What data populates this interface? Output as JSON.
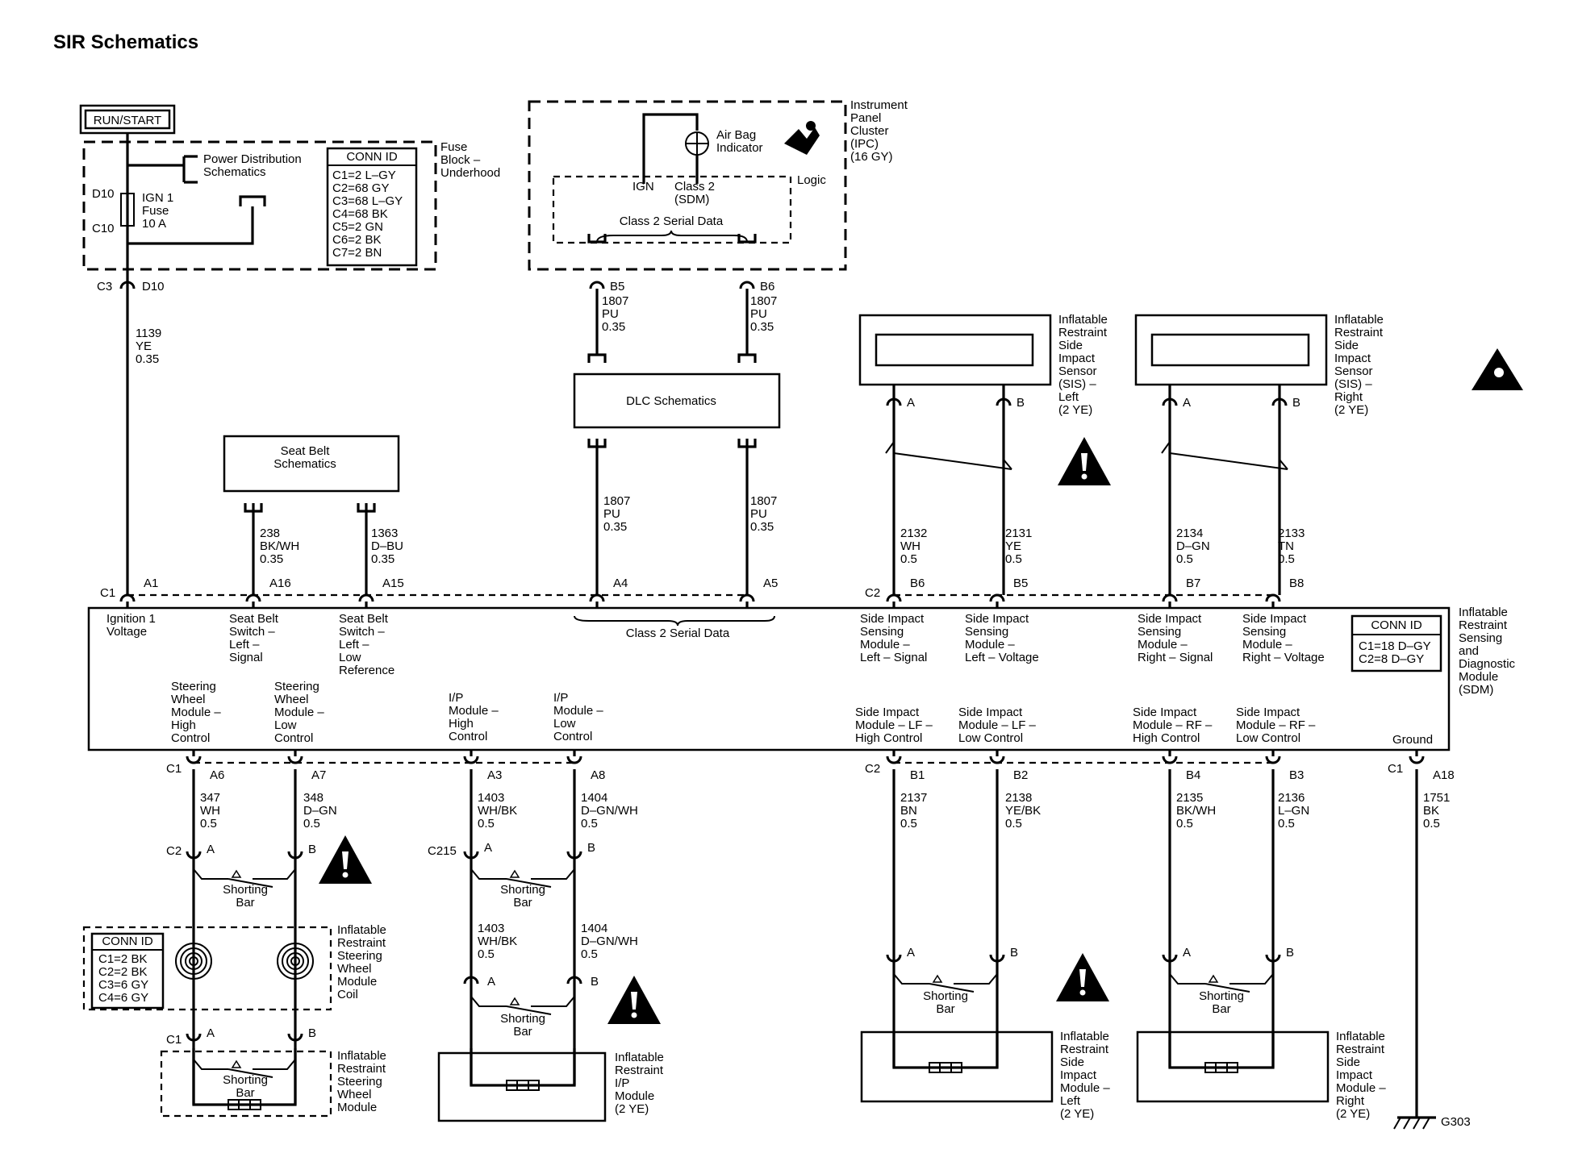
{
  "title": "SIR Schematics",
  "run_start": "RUN/START",
  "fuse_block": {
    "label": [
      "Fuse",
      "Block –",
      "Underhood"
    ],
    "power_distribution": [
      "Power Distribution",
      "Schematics"
    ],
    "fuse": [
      "IGN 1",
      "Fuse",
      "10 A"
    ],
    "pin_top": "D10",
    "pin_bottom": "C10",
    "conn_id_title": "CONN ID",
    "conn_ids": [
      "C1=2 L–GY",
      "C2=68 GY",
      "C3=68 L–GY",
      "C4=68 BK",
      "C5=2 GN",
      "C6=2 BK",
      "C7=2 BN"
    ],
    "out_conn": "C3",
    "out_pin": "D10"
  },
  "ipc": {
    "label": [
      "Instrument",
      "Panel",
      "Cluster",
      "(IPC)",
      "(16 GY)"
    ],
    "airbag": [
      "Air Bag",
      "Indicator"
    ],
    "logic": "Logic",
    "ign": "IGN",
    "class2": [
      "Class 2",
      "(SDM)"
    ],
    "serial": "Class 2 Serial Data",
    "pin_left": "B5",
    "pin_right": "B6"
  },
  "dlc": "DLC Schematics",
  "seat_belt": [
    "Seat Belt",
    "Schematics"
  ],
  "sis_left": {
    "label": [
      "Inflatable",
      "Restraint",
      "Side",
      "Impact",
      "Sensor",
      "(SIS) –",
      "Left",
      "(2 YE)"
    ],
    "pin_a": "A",
    "pin_b": "B"
  },
  "sis_right": {
    "label": [
      "Inflatable",
      "Restraint",
      "Side",
      "Impact",
      "Sensor",
      "(SIS) –",
      "Right",
      "(2 YE)"
    ],
    "pin_a": "A",
    "pin_b": "B"
  },
  "wires_top": [
    {
      "id": "w1139",
      "lines": [
        "1139",
        "YE",
        "0.35"
      ]
    },
    {
      "id": "w1807a",
      "lines": [
        "1807",
        "PU",
        "0.35"
      ]
    },
    {
      "id": "w1807b",
      "lines": [
        "1807",
        "PU",
        "0.35"
      ]
    },
    {
      "id": "w238",
      "lines": [
        "238",
        "BK/WH",
        "0.35"
      ]
    },
    {
      "id": "w1363",
      "lines": [
        "1363",
        "D–BU",
        "0.35"
      ]
    },
    {
      "id": "w1807c",
      "lines": [
        "1807",
        "PU",
        "0.35"
      ]
    },
    {
      "id": "w1807d",
      "lines": [
        "1807",
        "PU",
        "0.35"
      ]
    },
    {
      "id": "w2132",
      "lines": [
        "2132",
        "WH",
        "0.5"
      ]
    },
    {
      "id": "w2131",
      "lines": [
        "2131",
        "YE",
        "0.5"
      ]
    },
    {
      "id": "w2134",
      "lines": [
        "2134",
        "D–GN",
        "0.5"
      ]
    },
    {
      "id": "w2133",
      "lines": [
        "2133",
        "TN",
        "0.5"
      ]
    }
  ],
  "sdm": {
    "label": [
      "Inflatable",
      "Restraint",
      "Sensing",
      "and",
      "Diagnostic",
      "Module",
      "(SDM)"
    ],
    "conn_id_title": "CONN ID",
    "conn_ids": [
      "C1=18 D–GY",
      "C2=8 D–GY"
    ],
    "top_connectors": [
      "C1",
      "C2"
    ],
    "top_pins": [
      "A1",
      "A16",
      "A15",
      "A4",
      "A5",
      "B6",
      "B5",
      "B7",
      "B8"
    ],
    "bottom_connectors": [
      "C1",
      "C2",
      "C1"
    ],
    "bottom_pins": [
      "A6",
      "A7",
      "A3",
      "A8",
      "B1",
      "B2",
      "B4",
      "B3",
      "A18"
    ],
    "top_labels": [
      [
        "Ignition 1",
        "Voltage"
      ],
      [
        "Seat Belt",
        "Switch –",
        "Left –",
        "Signal"
      ],
      [
        "Seat Belt",
        "Switch –",
        "Left –",
        "Low",
        "Reference"
      ],
      [
        "Class 2 Serial Data"
      ],
      [
        "Side Impact",
        "Sensing",
        "Module –",
        "Left – Signal"
      ],
      [
        "Side Impact",
        "Sensing",
        "Module –",
        "Left – Voltage"
      ],
      [
        "Side Impact",
        "Sensing",
        "Module –",
        "Right – Signal"
      ],
      [
        "Side Impact",
        "Sensing",
        "Module –",
        "Right – Voltage"
      ]
    ],
    "bottom_labels": [
      [
        "Steering",
        "Wheel",
        "Module –",
        "High",
        "Control"
      ],
      [
        "Steering",
        "Wheel",
        "Module –",
        "Low",
        "Control"
      ],
      [
        "I/P",
        "Module –",
        "High",
        "Control"
      ],
      [
        "I/P",
        "Module –",
        "Low",
        "Control"
      ],
      [
        "Side Impact",
        "Module – LF –",
        "High Control"
      ],
      [
        "Side Impact",
        "Module – LF –",
        "Low Control"
      ],
      [
        "Side Impact",
        "Module – RF –",
        "High Control"
      ],
      [
        "Side Impact",
        "Module – RF –",
        "Low Control"
      ],
      [
        "Ground"
      ]
    ]
  },
  "wires_bottom": [
    {
      "id": "w347",
      "lines": [
        "347",
        "WH",
        "0.5"
      ]
    },
    {
      "id": "w348",
      "lines": [
        "348",
        "D–GN",
        "0.5"
      ]
    },
    {
      "id": "w1403",
      "lines": [
        "1403",
        "WH/BK",
        "0.5"
      ]
    },
    {
      "id": "w1404",
      "lines": [
        "1404",
        "D–GN/WH",
        "0.5"
      ]
    },
    {
      "id": "w1403b",
      "lines": [
        "1403",
        "WH/BK",
        "0.5"
      ]
    },
    {
      "id": "w1404b",
      "lines": [
        "1404",
        "D–GN/WH",
        "0.5"
      ]
    },
    {
      "id": "w2137",
      "lines": [
        "2137",
        "BN",
        "0.5"
      ]
    },
    {
      "id": "w2138",
      "lines": [
        "2138",
        "YE/BK",
        "0.5"
      ]
    },
    {
      "id": "w2135",
      "lines": [
        "2135",
        "BK/WH",
        "0.5"
      ]
    },
    {
      "id": "w2136",
      "lines": [
        "2136",
        "L–GN",
        "0.5"
      ]
    },
    {
      "id": "w1751",
      "lines": [
        "1751",
        "BK",
        "0.5"
      ]
    }
  ],
  "shorting_bar": [
    "Shorting",
    "Bar"
  ],
  "steering_coil": {
    "label": [
      "Inflatable",
      "Restraint",
      "Steering",
      "Wheel",
      "Module",
      "Coil"
    ],
    "conn_id_title": "CONN ID",
    "conn_ids": [
      "C1=2 BK",
      "C2=2 BK",
      "C3=6 GY",
      "C4=6 GY"
    ],
    "conn_top": "C2",
    "conn_bottom": "C1"
  },
  "steering_module": [
    "Inflatable",
    "Restraint",
    "Steering",
    "Wheel",
    "Module"
  ],
  "ip_module": {
    "label": [
      "Inflatable",
      "Restraint",
      "I/P",
      "Module",
      "(2 YE)"
    ],
    "conn": "C215"
  },
  "side_module_left": [
    "Inflatable",
    "Restraint",
    "Side",
    "Impact",
    "Module –",
    "Left",
    "(2 YE)"
  ],
  "side_module_right": [
    "Inflatable",
    "Restraint",
    "Side",
    "Impact",
    "Module –",
    "Right",
    "(2 YE)"
  ],
  "pin_letters": [
    "A",
    "B"
  ],
  "ground": "G303"
}
